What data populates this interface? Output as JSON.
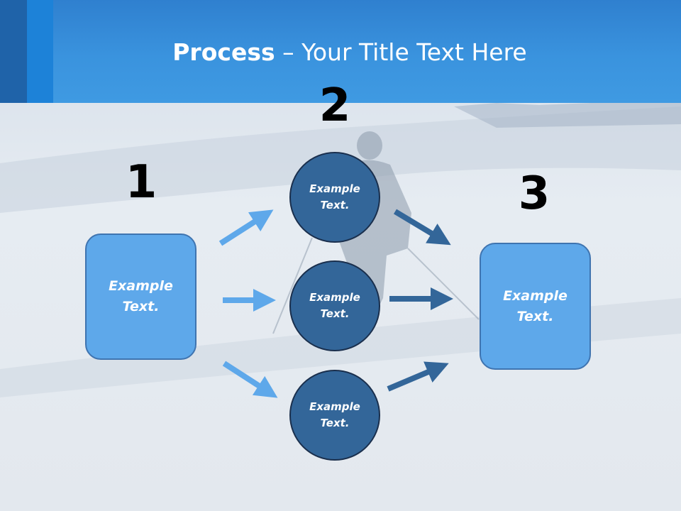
{
  "title": {
    "bold": "Process",
    "rest": " – Your Title Text Here"
  },
  "steps": {
    "one": "1",
    "two": "2",
    "three": "3"
  },
  "nodes": {
    "left_box": "Example\nText.",
    "circle_top": "Example\nText.",
    "circle_middle": "Example\nText.",
    "circle_bottom": "Example\nText.",
    "right_box": "Example\nText."
  },
  "colors": {
    "header": "#3a93de",
    "box_fill": "#5ea8ea",
    "circle_fill": "#336699",
    "arrow_light": "#5ea8ea",
    "arrow_dark": "#336699"
  }
}
